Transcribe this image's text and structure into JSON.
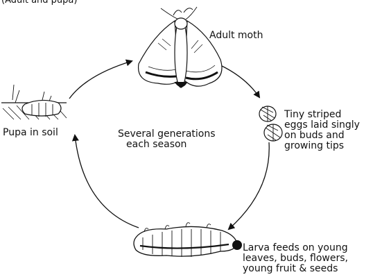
{
  "diagram": {
    "header_fragment": "(Adult and pupa)",
    "stages": {
      "adult": {
        "label": "Adult moth"
      },
      "eggs": {
        "lines": [
          "Tiny striped",
          "eggs laid singly",
          "on buds and",
          "growing tips"
        ]
      },
      "larva": {
        "lines": [
          "Larva feeds on young",
          "leaves, buds, flowers,",
          "young fruit & seeds"
        ]
      },
      "pupa": {
        "label": "Pupa in soil"
      }
    },
    "center": {
      "lines": [
        "Several generations",
        "each season"
      ]
    }
  },
  "colors": {
    "ink": "#111111",
    "background": "#ffffff"
  }
}
